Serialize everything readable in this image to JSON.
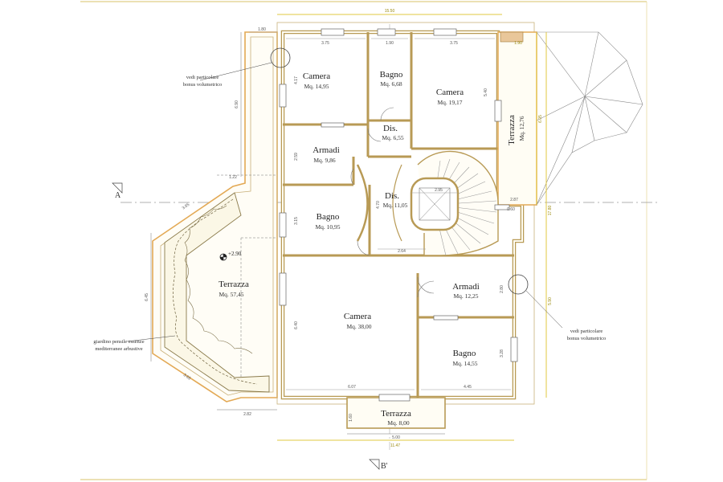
{
  "rooms": {
    "camera_1": {
      "name": "Camera",
      "area": "Mq. 14,95"
    },
    "bagno_1": {
      "name": "Bagno",
      "area": "Mq. 6,68"
    },
    "camera_2": {
      "name": "Camera",
      "area": "Mq. 19,17"
    },
    "dis_1": {
      "name": "Dis.",
      "area": "Mq. 6,55"
    },
    "armadi_1": {
      "name": "Armadi",
      "area": "Mq. 9,86"
    },
    "dis_2": {
      "name": "Dis.",
      "area": "Mq. 11,05"
    },
    "bagno_2": {
      "name": "Bagno",
      "area": "Mq. 10,95"
    },
    "terrazza_ovest": {
      "name": "Terrazza",
      "area": "Mq. 57,45"
    },
    "camera_3": {
      "name": "Camera",
      "area": "Mq. 38,00"
    },
    "armadi_2": {
      "name": "Armadi",
      "area": "Mq. 12,25"
    },
    "bagno_3": {
      "name": "Bagno",
      "area": "Mq. 14,55"
    },
    "terrazza_sud": {
      "name": "Terrazza",
      "area": "Mq. 8,00"
    },
    "terrazza_est": {
      "name": "Terrazza",
      "area": "Mq. 12,76"
    }
  },
  "annotations": {
    "bonus_nw": [
      "vedi particolare",
      "bonus volumetrico"
    ],
    "bonus_se": [
      "vedi particolare",
      "bonus volumetrico"
    ],
    "giardino": [
      "giardino pensile essenze",
      "mediterranee arbustive"
    ],
    "elevation": "+2.90",
    "section_a": "A",
    "section_b": "B'"
  },
  "dimensions": {
    "top_overall": "15.50",
    "bottom_overall": "11.47",
    "top_camera_1": "3.75",
    "top_bagno": "1.90",
    "top_camera_2": "3.75",
    "top_left": "1.80",
    "top_terrace": "1.90",
    "right_upper": "6.05",
    "right_total": "17.80",
    "right_lower": "5.90",
    "left_upper": "6.90",
    "left_lower": "6.45",
    "left_terrace": "3.65",
    "left_bottom_diag": "3.65",
    "camera_1_h": "4.17",
    "camera_2_h": "5.40",
    "armadi_1_h": "2.59",
    "bagno_2_h": "3.15",
    "dis_2_h": "4.70",
    "camera_3_h": "6.40",
    "stair_w": "2.95",
    "dis_w": "2.64",
    "armadi_2_h": "2.80",
    "bagno_3_h": "3.28",
    "bottom_camera_3": "6.07",
    "bottom_bagno_3": "4.45",
    "bottom_terrace": "5.00",
    "bottom_terrace_h": "1.60",
    "bottom_left": "2.82",
    "left_step": "1.22",
    "right_step": "0.60",
    "stair_step": "2.87"
  }
}
